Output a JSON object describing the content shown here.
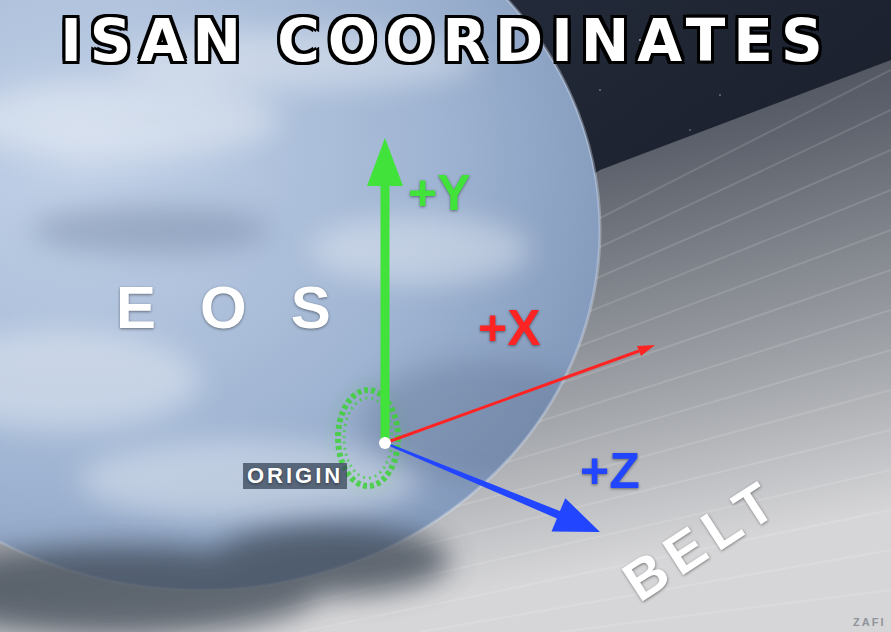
{
  "diagram": {
    "title": "ISAN COORDINATES",
    "labels": [
      "+Y",
      "+X",
      "+Z",
      "EOS",
      "ORIGIN",
      "BELT",
      "ZAFI"
    ]
  }
}
